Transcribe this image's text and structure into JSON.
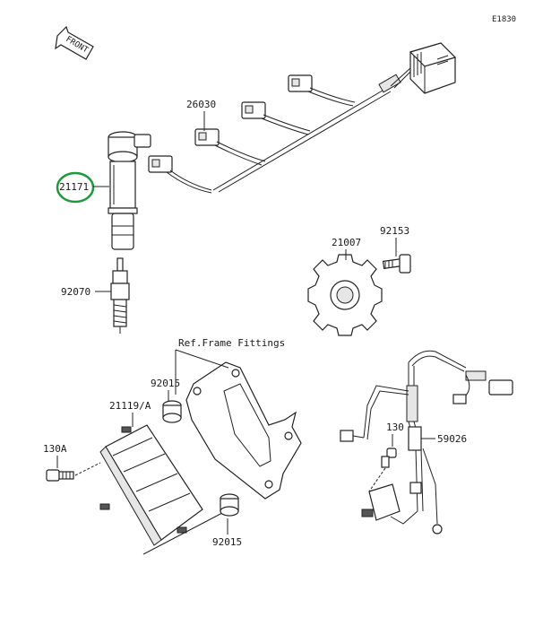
{
  "diagram_code": "E1830",
  "front_label": "FRONT",
  "highlight_color": "#1a9a3a",
  "labels": {
    "p26030": "26030",
    "p21171": "21171",
    "p92070": "92070",
    "p21007": "21007",
    "p92153": "92153",
    "ref_frame": "Ref.Frame Fittings",
    "p92015_top": "92015",
    "p21119a": "21119/A",
    "p130a": "130A",
    "p92015_bottom": "92015",
    "p130": "130",
    "p59026": "59026"
  }
}
